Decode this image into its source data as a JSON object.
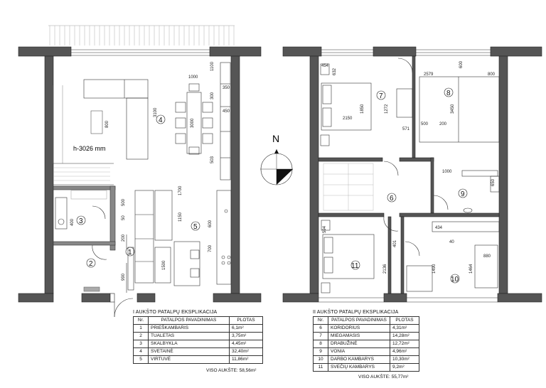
{
  "compass": {
    "label": "N"
  },
  "height_note": "h-3026 mm",
  "floor1": {
    "title": "I AUKŠTO PATALPŲ EKSPLIKACIJA",
    "headers": [
      "Nr.",
      "PATALPOS PAVADINIMAS",
      "PLOTAS"
    ],
    "rows": [
      {
        "nr": "1",
        "name": "PRIEŠKAMBARIS",
        "area": "6,1m²"
      },
      {
        "nr": "2",
        "name": "TUALETAS",
        "area": "3,75m²"
      },
      {
        "nr": "3",
        "name": "SKALBYKLA",
        "area": "4,45m²"
      },
      {
        "nr": "4",
        "name": "SVETAINĖ",
        "area": "32,40m²"
      },
      {
        "nr": "5",
        "name": "VIRTUVĖ",
        "area": "11,86m²"
      }
    ],
    "total": "VISO AUKŠTE: 58,56m²",
    "room_labels": [
      "1",
      "2",
      "3",
      "4",
      "5"
    ]
  },
  "floor2": {
    "title": "II AUKŠTO PATALPŲ EKSPLIKACIJA",
    "headers": [
      "Nr.",
      "PATALPOS PAVADINIMAS",
      "PLOTAS"
    ],
    "rows": [
      {
        "nr": "6",
        "name": "KORIDORIUS",
        "area": "4,31m²"
      },
      {
        "nr": "7",
        "name": "MIEGAMASIS",
        "area": "14,28m²"
      },
      {
        "nr": "8",
        "name": "DRABUŽINĖ",
        "area": "12,72m²"
      },
      {
        "nr": "9",
        "name": "VONIA",
        "area": "4,96m²"
      },
      {
        "nr": "10",
        "name": "DARBO KAMBARYS",
        "area": "10,30m²"
      },
      {
        "nr": "11",
        "name": "SVEČIŲ KAMBARYS",
        "area": "9,2m²"
      }
    ],
    "total": "VISO AUKŠTE: 55,77m²",
    "room_labels": [
      "6",
      "7",
      "8",
      "9",
      "10",
      "11"
    ]
  },
  "dims1": {
    "d1000": "1000",
    "d1100": "1100",
    "d3100": "3100",
    "d3000": "3000",
    "d800": "800",
    "d350": "350",
    "d450": "450",
    "d300": "300",
    "d503": "503",
    "d1700": "1700",
    "d1150": "1150",
    "d1500": "1500",
    "d600": "600",
    "d50": "50",
    "d700": "700",
    "d990": "990",
    "d500": "500",
    "d200": "200",
    "d400": "400"
  },
  "dims2": {
    "d454": "454",
    "d632": "632",
    "d2579": "2579",
    "d800": "800",
    "d600": "600",
    "d1272": "1272",
    "d2150": "2150",
    "d1850": "1850",
    "d571": "571",
    "d500": "500",
    "d3450": "3450",
    "d1000": "1000",
    "d650": "650",
    "d200": "200",
    "d434": "434",
    "d40": "40",
    "d594": "594",
    "d2136": "2136",
    "d401": "401",
    "d1490": "1490",
    "d880": "880",
    "d1464": "1464"
  }
}
